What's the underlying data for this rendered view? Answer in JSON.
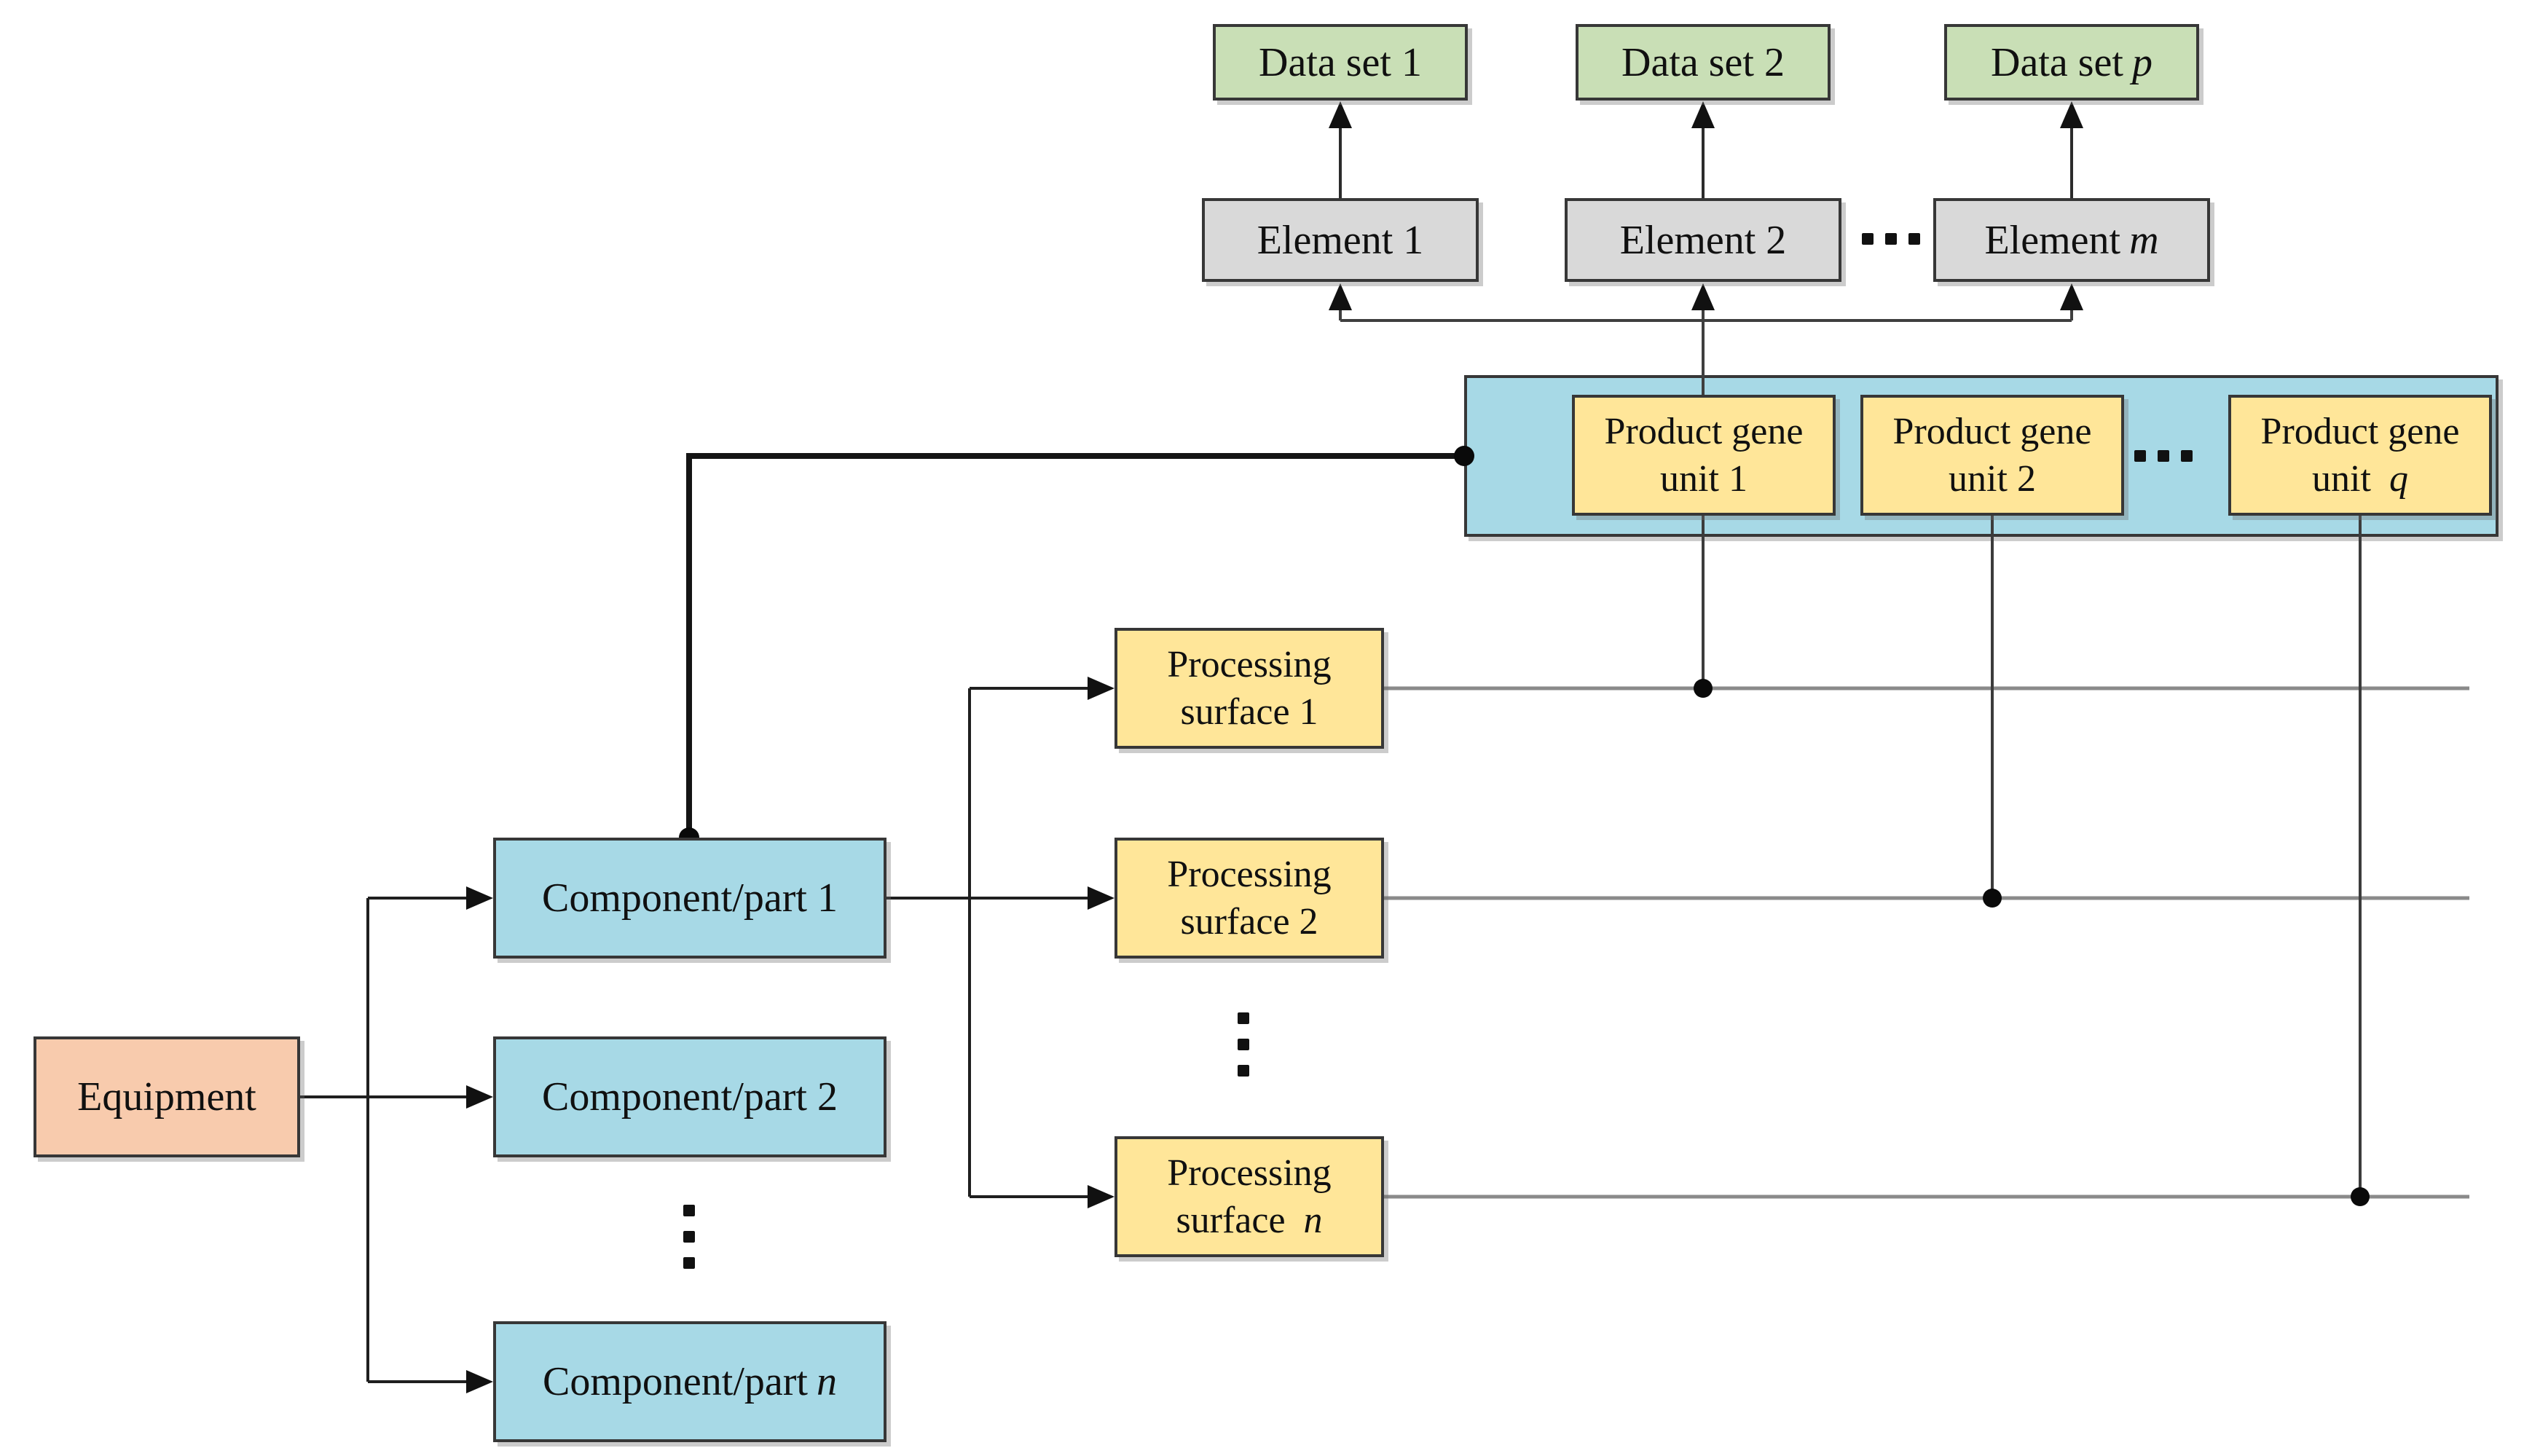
{
  "diagram": {
    "type": "hierarchy-diagram",
    "description": "Equipment to product gene unit mapping diagram",
    "nodes": {
      "equipment": {
        "text": "Equipment",
        "var": ""
      },
      "component_1": {
        "text": "Component/part 1",
        "var": ""
      },
      "component_2": {
        "text": "Component/part 2",
        "var": ""
      },
      "component_n": {
        "text": "Component/part ",
        "var": "n"
      },
      "surface_1": {
        "text": "Processing surface 1",
        "var": ""
      },
      "surface_2": {
        "text": "Processing surface 2",
        "var": ""
      },
      "surface_n": {
        "text": "Processing surface ",
        "var": "n"
      },
      "gene_unit_1": {
        "text": "Product gene unit 1",
        "var": ""
      },
      "gene_unit_2": {
        "text": "Product gene unit 2",
        "var": ""
      },
      "gene_unit_q": {
        "text": "Product gene unit ",
        "var": "q"
      },
      "element_1": {
        "text": "Element 1",
        "var": ""
      },
      "element_2": {
        "text": "Element 2",
        "var": ""
      },
      "element_m": {
        "text": "Element ",
        "var": "m"
      },
      "dataset_1": {
        "text": "Data set 1",
        "var": ""
      },
      "dataset_2": {
        "text": "Data set 2",
        "var": ""
      },
      "dataset_p": {
        "text": "Data set ",
        "var": "p"
      }
    },
    "ellipsis": {
      "vertical": "⋮",
      "horizontal": "⋯"
    },
    "colors": {
      "equipment_fill": "#F8CBAD",
      "component_fill": "#A7D9E6",
      "container_fill": "#A7D9E6",
      "surface_fill": "#FFE699",
      "gene_unit_fill": "#FFE699",
      "element_fill": "#D9D9D9",
      "dataset_fill": "#C9DFB6",
      "box_border": "#373737",
      "line_dark": "#1f1f1f",
      "line_thick": "#141414",
      "line_gray": "#8a8a8a"
    }
  }
}
